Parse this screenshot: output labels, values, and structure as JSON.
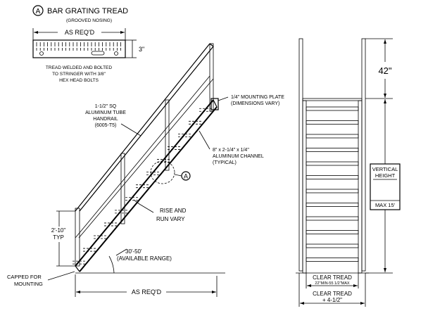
{
  "detail": {
    "marker": "A",
    "title": "BAR GRATING TREAD",
    "subtitle": "(GROOVED NOSING)",
    "width_label": "AS REQ'D",
    "depth_label": "3\"",
    "note_lines": [
      "TREAD WELDED AND BOLTED",
      "TO STRINGER WITH 3/8\"",
      "HEX HEAD BOLTS"
    ]
  },
  "side_view": {
    "handrail_lines": [
      "1-1/2\" SQ",
      "ALUMINUM TUBE",
      "HANDRAIL",
      "(6005-T5)"
    ],
    "plate_lines": [
      "1/4\" MOUNTING PLATE",
      "(DIMENSIONS VARY)"
    ],
    "channel_lines": [
      "8\" x 2-1/4\" x 1/4\"",
      "ALUMINUM CHANNEL",
      "(TYPICAL)"
    ],
    "callout_marker": "A",
    "rise_run_lines": [
      "RISE AND",
      "RUN VARY"
    ],
    "rail_height_lines": [
      "2'-10\"",
      "TYP"
    ],
    "angle_lines": [
      "30'-50'",
      "(AVAILABLE RANGE)"
    ],
    "capped_lines": [
      "CAPPED FOR",
      "MOUNTING"
    ],
    "base_label": "AS REQ'D"
  },
  "front_view": {
    "rail_height": "42\"",
    "vertical_height_lines": [
      "VERTICAL",
      "HEIGHT"
    ],
    "max_height": "MAX 15'",
    "clear_tread_label": "CLEAR TREAD",
    "clear_tread_range": "22\"MIN-55 1/2\"MAX",
    "overall_lines": [
      "CLEAR TREAD",
      "+ 4-1/2\""
    ]
  }
}
